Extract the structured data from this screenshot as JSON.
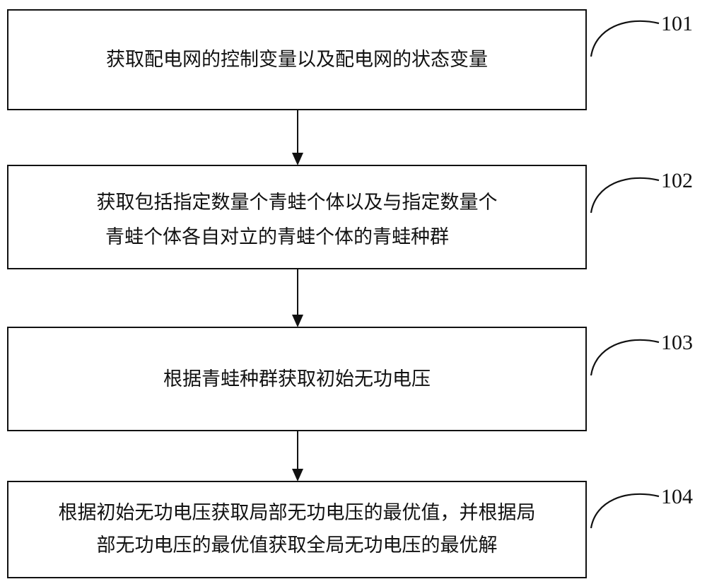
{
  "steps": [
    {
      "id": "101",
      "lines": [
        "获取配电网的控制变量以及配电网的状态变量"
      ]
    },
    {
      "id": "102",
      "lines": [
        "获取包括指定数量个青蛙个体以及与指定数量个",
        "青蛙个体各自对立的青蛙个体的青蛙种群"
      ]
    },
    {
      "id": "103",
      "lines": [
        "根据青蛙种群获取初始无功电压"
      ]
    },
    {
      "id": "104",
      "lines": [
        "根据初始无功电压获取局部无功电压的最优值，并根据局",
        "部无功电压的最优值获取全局无功电压的最优解"
      ]
    }
  ]
}
